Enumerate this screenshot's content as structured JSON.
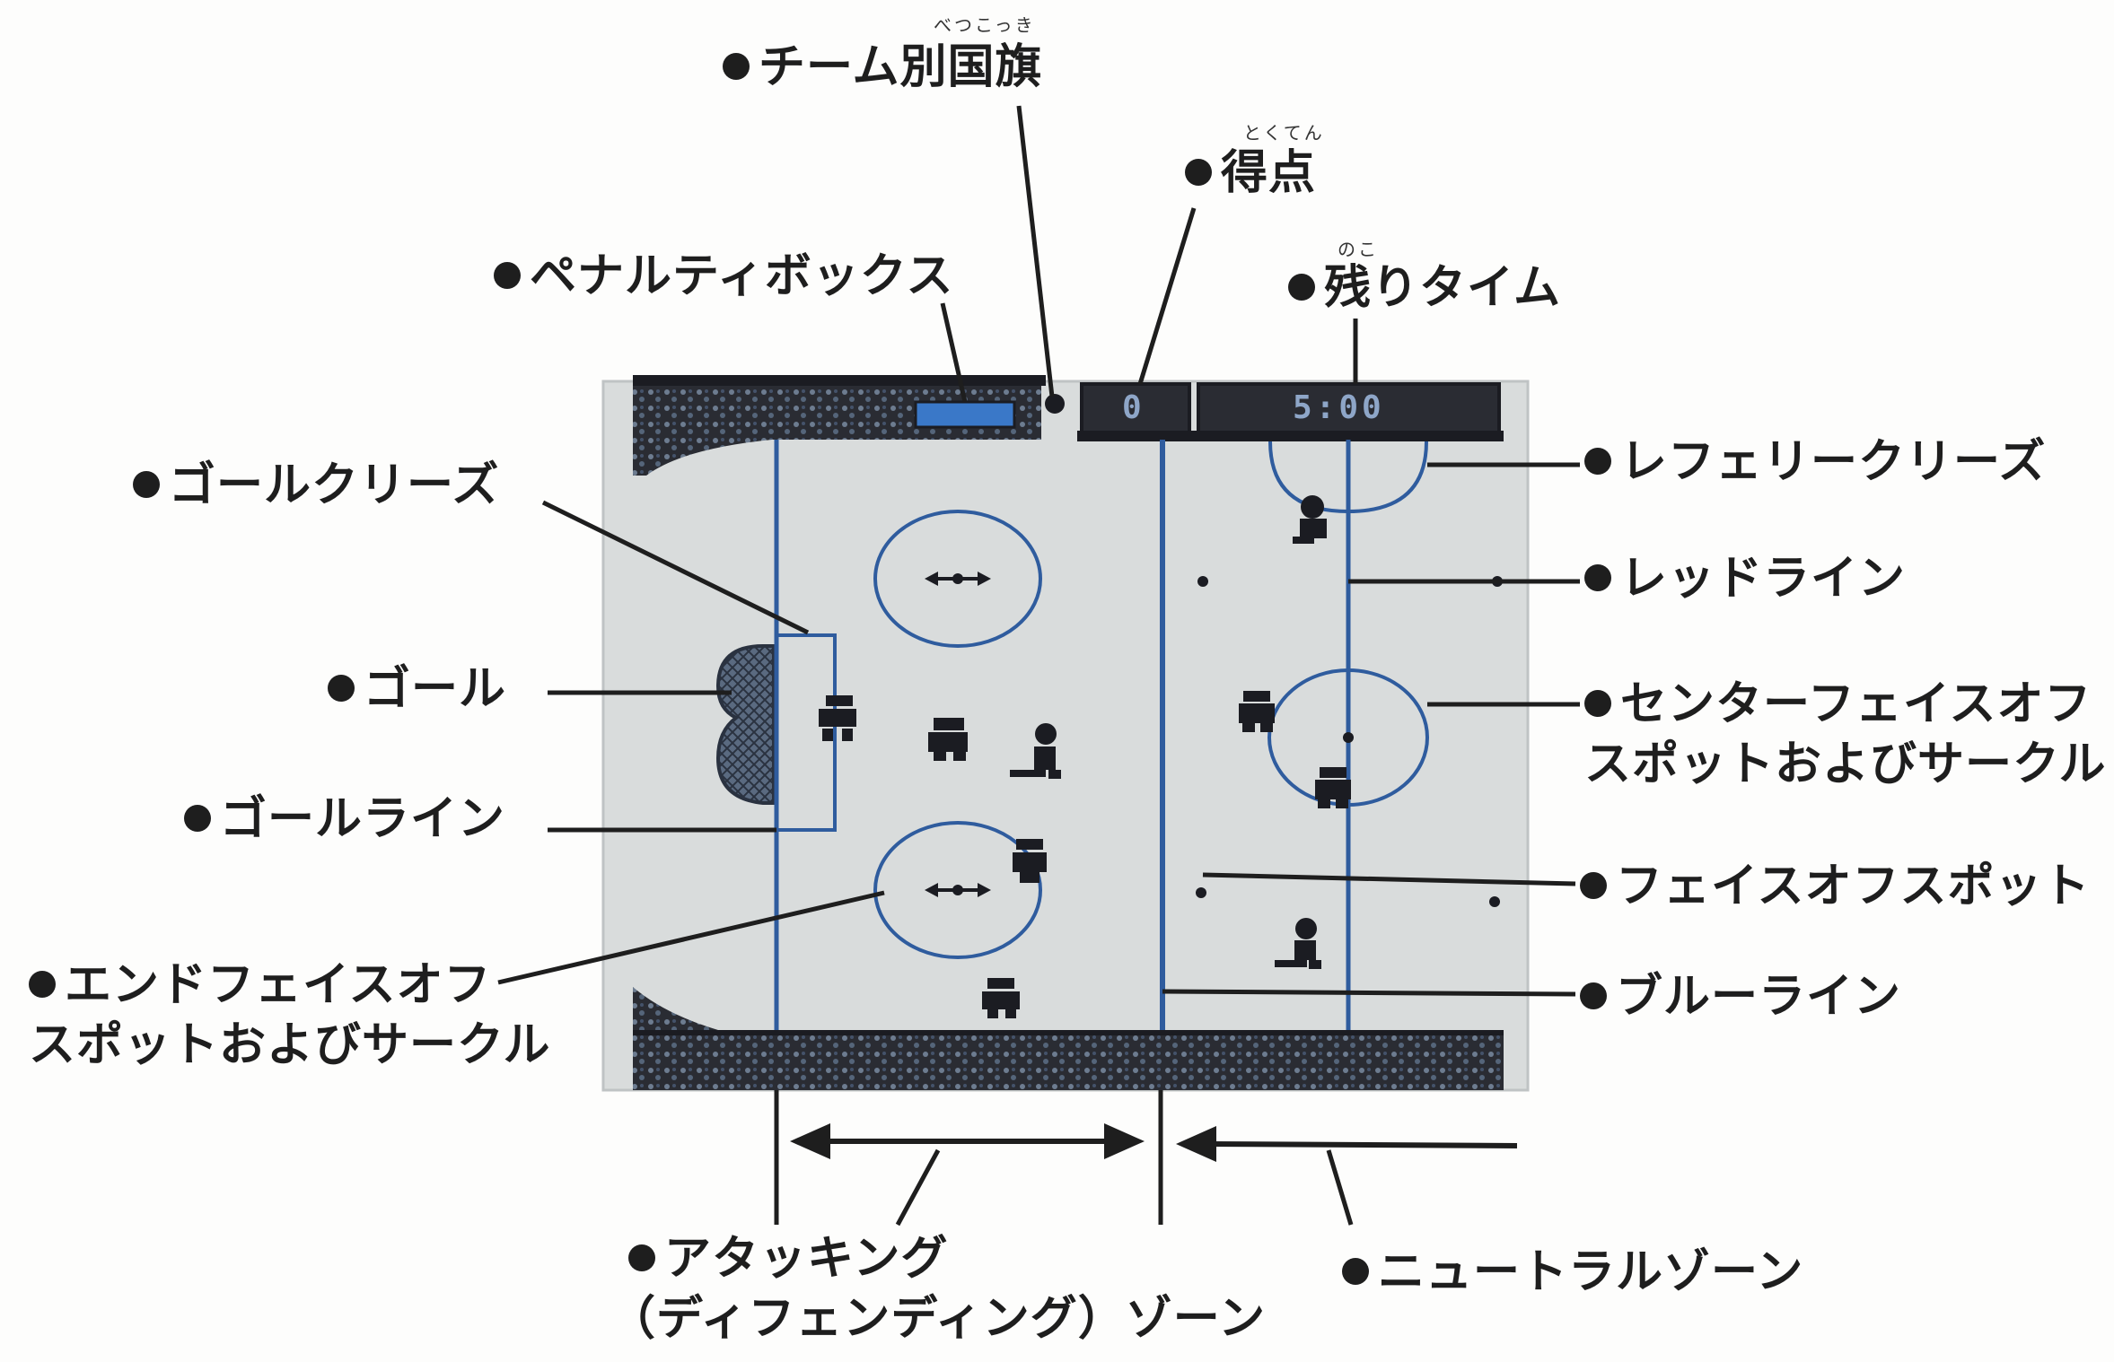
{
  "labels": {
    "team_flag": "チーム別国旗",
    "team_flag_ruby": "べつこっき",
    "score": "得点",
    "score_ruby": "とくてん",
    "penalty_box": "ペナルティボックス",
    "remaining_time": "残りタイム",
    "remaining_time_ruby": "のこ",
    "goal_crease": "ゴールクリーズ",
    "referee_crease": "レフェリークリーズ",
    "red_line": "レッドライン",
    "goal": "ゴール",
    "center_faceoff_line1": "センターフェイスオフ",
    "center_faceoff_line2": "スポットおよびサークル",
    "goal_line": "ゴールライン",
    "faceoff_spot": "フェイスオフスポット",
    "end_faceoff_line1": "エンドフェイスオフ",
    "end_faceoff_line2": "スポットおよびサークル",
    "blue_line": "ブルーライン",
    "attacking_zone_line1": "アタッキング",
    "attacking_zone_line2": "（ディフェンディング）ゾーン",
    "neutral_zone": "ニュートラルゾーン"
  },
  "hud": {
    "score_value": "0",
    "time_value": "5:00"
  },
  "colors": {
    "ink": "#1e1e1e",
    "rink_ice": "#d9dcdc",
    "rink_line_blue": "#2f5c9e",
    "board_dark": "#2a2c33",
    "penalty_box_blue": "#3a78c8"
  },
  "icons": {
    "bullet": "filled-circle",
    "player": "hockey-player-sprite",
    "goal_net": "goal-net"
  }
}
